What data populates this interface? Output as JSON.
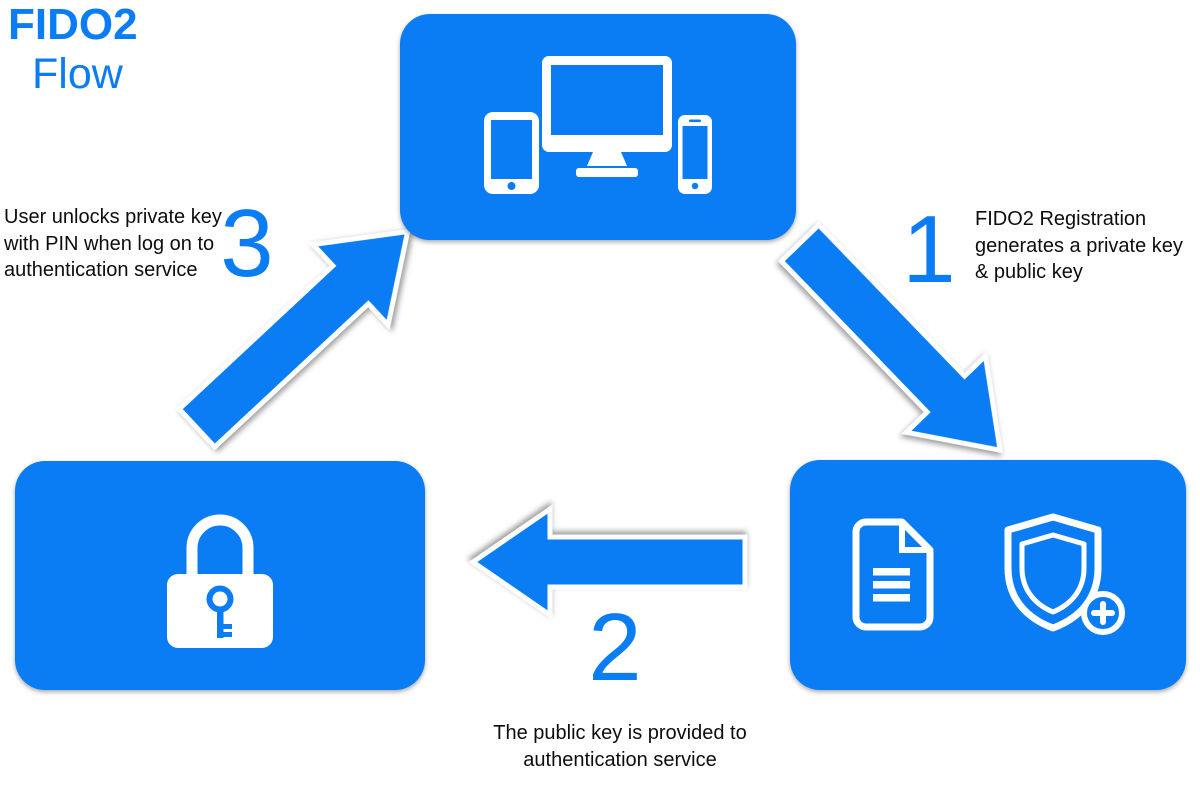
{
  "title": {
    "main": "FIDO2",
    "sub": "Flow"
  },
  "colors": {
    "primary_blue": "#0b7df4",
    "text_color": "#0d0d0d",
    "background": "#ffffff",
    "icon_white": "#ffffff"
  },
  "steps": [
    {
      "number": "1",
      "label": "FIDO2 Registration generates a private key & public key"
    },
    {
      "number": "2",
      "label": "The public key is provided to authentication service"
    },
    {
      "number": "3",
      "label": "User unlocks private key with PIN when log on to authentication service"
    }
  ],
  "nodes": [
    {
      "name": "user-devices",
      "icons": [
        "devices-icon"
      ]
    },
    {
      "name": "registration-keys",
      "icons": [
        "document-icon",
        "shield-plus-icon"
      ]
    },
    {
      "name": "private-key-lock",
      "icons": [
        "padlock-key-icon"
      ]
    }
  ]
}
